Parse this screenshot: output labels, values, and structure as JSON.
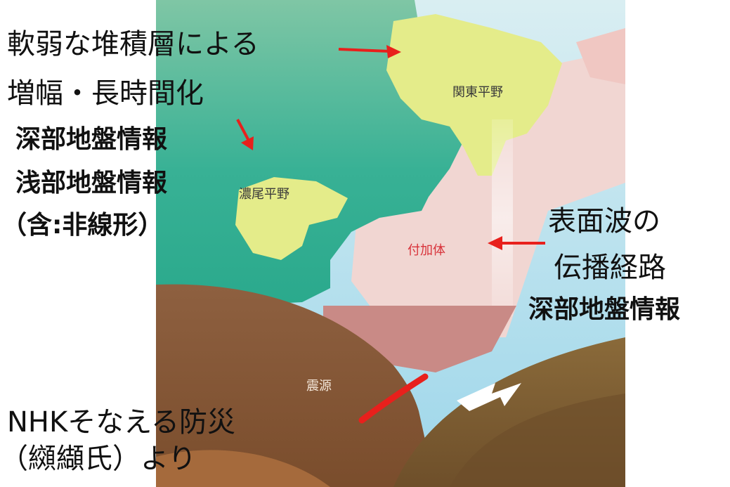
{
  "annotations": {
    "left_top_line1": "軟弱な堆積層による",
    "left_top_line2": "増幅・長時間化",
    "left_bold_line1": "深部地盤情報",
    "left_bold_line2": "浅部地盤情報",
    "left_bold_line3": "（含:非線形）",
    "right_line1": "表面波の",
    "right_line2": "伝播経路",
    "right_bold": "深部地盤情報",
    "source_line1": "NHKそなえる防災",
    "source_line2": "（纐纈氏）より"
  },
  "map_labels": {
    "kanto": "関東平野",
    "nobi": "濃尾平野",
    "accretion": "付加体",
    "hypocenter": "震源"
  },
  "colors": {
    "sea": "#9ed6ea",
    "land_green": "#3fb59a",
    "plain_yellow": "#e4ec8a",
    "accretionary_pink": "#f1c9c6",
    "crust_brown": "#8e5f38",
    "fault_red": "#e8201c",
    "arrow_red": "#e8201c"
  },
  "icons": [
    "subduction-arrow-icon",
    "annotation-arrow-icon"
  ]
}
